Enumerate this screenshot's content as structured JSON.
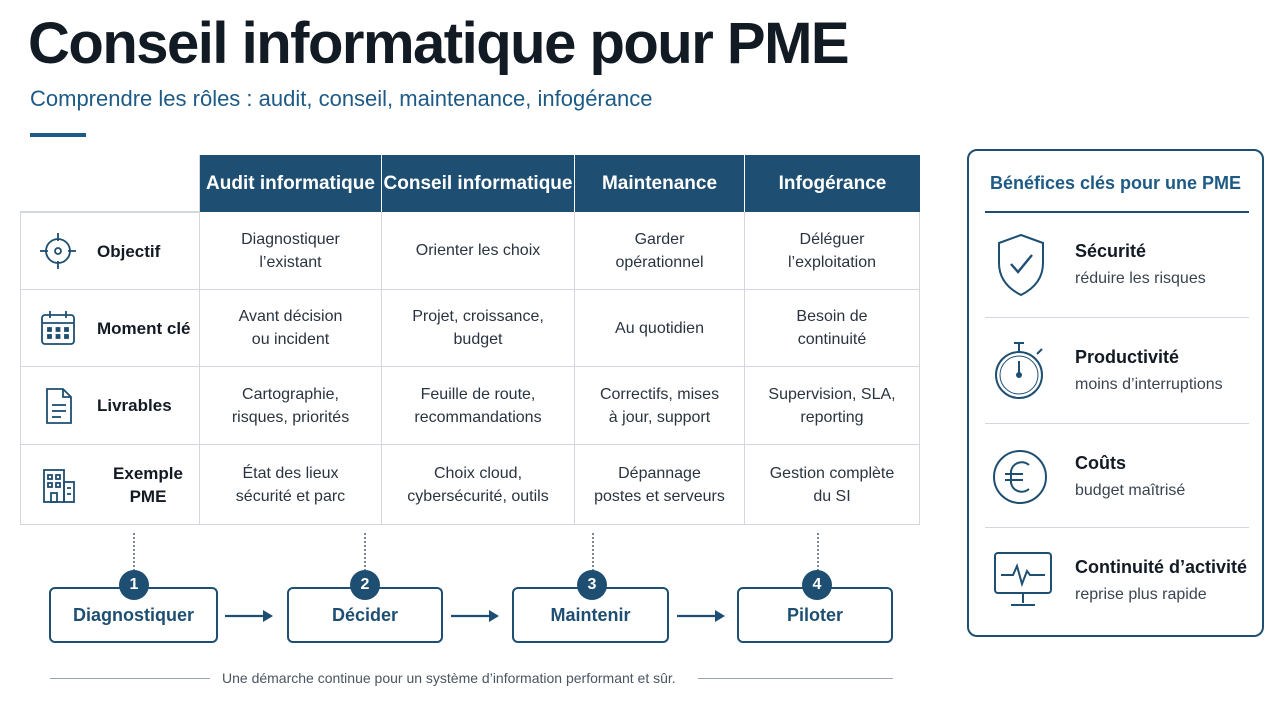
{
  "header": {
    "title": "Conseil informatique pour PME",
    "subtitle": "Comprendre les rôles : audit, conseil, maintenance, infogérance"
  },
  "table": {
    "columns": [
      "Audit informatique",
      "Conseil informatique",
      "Maintenance",
      "Infogérance"
    ],
    "rows": [
      {
        "label": "Objectif",
        "icon": "target-icon",
        "cells": [
          "Diagnostiquer\nl’existant",
          "Orienter les choix",
          "Garder\nopérationnel",
          "Déléguer\nl’exploitation"
        ]
      },
      {
        "label": "Moment clé",
        "icon": "calendar-icon",
        "cells": [
          "Avant décision\nou incident",
          "Projet, croissance,\nbudget",
          "Au quotidien",
          "Besoin de\ncontinuité"
        ]
      },
      {
        "label": "Livrables",
        "icon": "document-icon",
        "cells": [
          "Cartographie,\nrisques, priorités",
          "Feuille de route,\nrecommandations",
          "Correctifs, mises\nà jour, support",
          "Supervision, SLA,\nreporting"
        ]
      },
      {
        "label": "Exemple PME",
        "icon": "building-icon",
        "cells": [
          "État des lieux\nsécurité et parc",
          "Choix cloud,\ncybersécurité, outils",
          "Dépannage\npostes et serveurs",
          "Gestion complète\ndu SI"
        ]
      }
    ]
  },
  "steps": [
    {
      "number": "1",
      "label": "Diagnostiquer"
    },
    {
      "number": "2",
      "label": "Décider"
    },
    {
      "number": "3",
      "label": "Maintenir"
    },
    {
      "number": "4",
      "label": "Piloter"
    }
  ],
  "footnote": "Une démarche continue pour un système d’information performant et sûr.",
  "benefits": {
    "title": "Bénéfices clés pour une PME",
    "items": [
      {
        "icon": "shield-check-icon",
        "name": "Sécurité",
        "desc": "réduire les risques"
      },
      {
        "icon": "stopwatch-icon",
        "name": "Productivité",
        "desc": "moins d’interruptions"
      },
      {
        "icon": "euro-icon",
        "name": "Coûts",
        "desc": "budget maîtrisé"
      },
      {
        "icon": "monitor-pulse-icon",
        "name": "Continuité d’activité",
        "desc": "reprise plus rapide"
      }
    ]
  },
  "colors": {
    "primary": "#1e4f72",
    "accent": "#1d5a86",
    "text": "#121a24"
  }
}
